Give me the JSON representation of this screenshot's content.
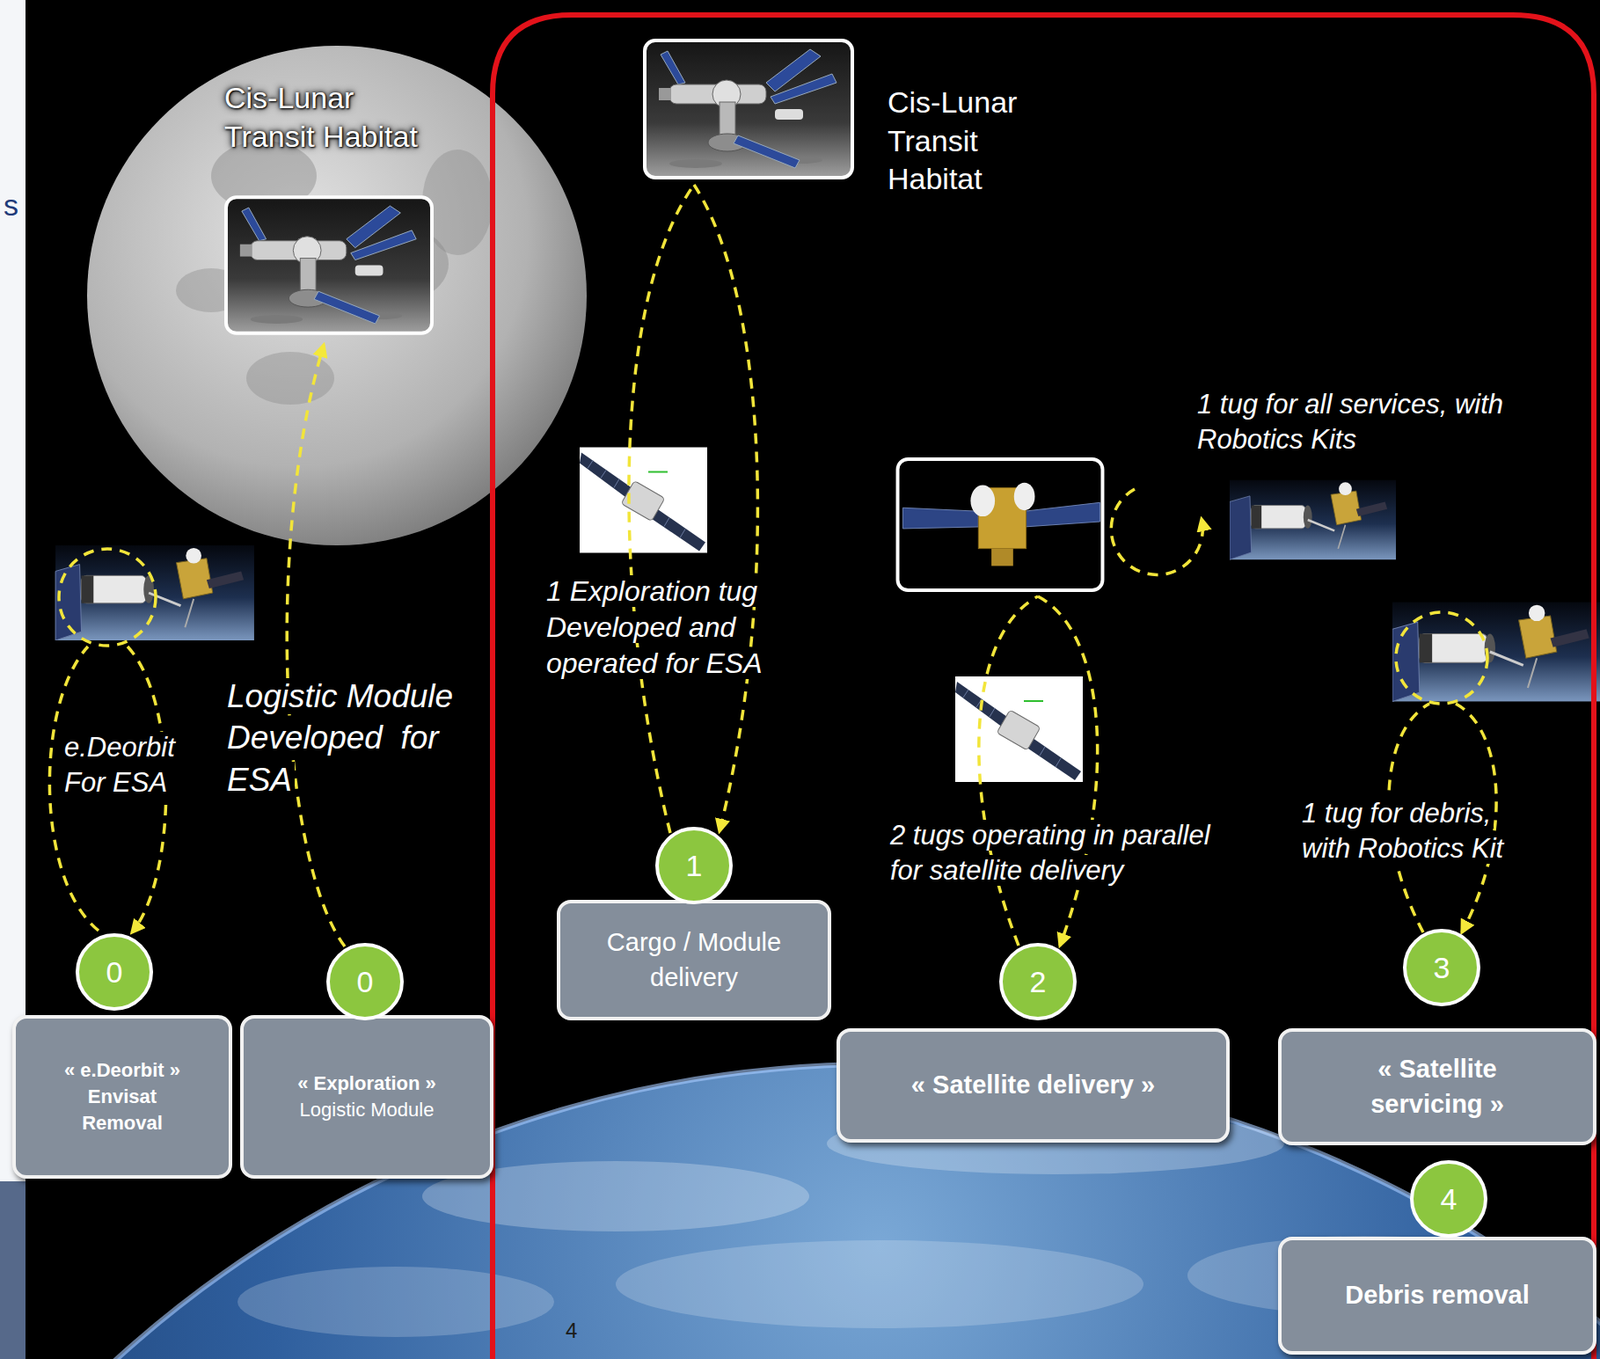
{
  "diagram": {
    "nodes": [
      {
        "text": [
          "0"
        ]
      },
      {
        "text": [
          "« e.Deorbit » Envisat Removal"
        ]
      },
      {
        "text": [
          "0"
        ]
      },
      {
        "text": [
          "« Exploration »",
          "Logistic Module"
        ]
      },
      {
        "text": [
          "1"
        ]
      },
      {
        "text": [
          "Cargo / Module delivery"
        ]
      },
      {
        "text": [
          "2"
        ]
      },
      {
        "text": [
          "« Satellite delivery »"
        ]
      },
      {
        "text": [
          "3"
        ]
      },
      {
        "text": [
          "« Satellite servicing »"
        ]
      },
      {
        "text": [
          "4"
        ]
      },
      {
        "text": [
          "Debris removal"
        ]
      }
    ],
    "labels": [
      "s",
      "Cis-Lunar Transit Habitat",
      "Cis-Lunar Transit Habitat",
      "1 tug for all services, with Robotics Kits",
      "1 Exploration tug Developed and operated for ESA",
      "e.Deorbit For ESA",
      "Logistic Module Developed  for ESA",
      "2 tugs operating in parallel for satellite delivery",
      "1 tug for debris, with Robotics Kit",
      "4"
    ]
  }
}
